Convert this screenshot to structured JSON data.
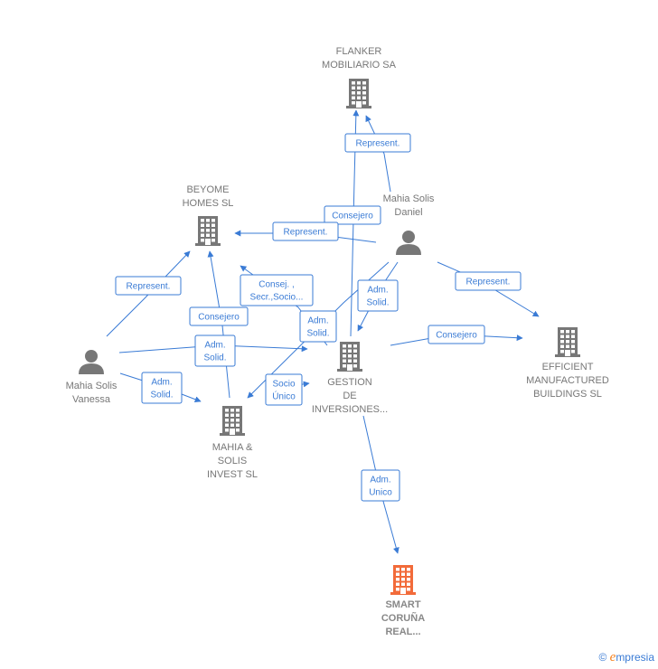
{
  "colors": {
    "edge": "#3a7bd5",
    "node": "#777777",
    "highlight": "#f26b3a",
    "brand_orange": "#f58220"
  },
  "nodes": [
    {
      "id": "flanker",
      "type": "company",
      "lines": [
        "FLANKER",
        "MOBILIARIO SA"
      ]
    },
    {
      "id": "beyome",
      "type": "company",
      "lines": [
        "BEYOME",
        "HOMES  SL"
      ]
    },
    {
      "id": "daniel",
      "type": "person",
      "lines": [
        "Mahia Solis",
        "Daniel"
      ]
    },
    {
      "id": "vanessa",
      "type": "person",
      "lines": [
        "Mahia Solis",
        "Vanessa"
      ]
    },
    {
      "id": "gestion",
      "type": "company",
      "lines": [
        "GESTION",
        "DE",
        "INVERSIONES..."
      ]
    },
    {
      "id": "efficient",
      "type": "company",
      "lines": [
        "EFFICIENT",
        "MANUFACTURED",
        "BUILDINGS  SL"
      ]
    },
    {
      "id": "mahia_invest",
      "type": "company",
      "lines": [
        "MAHIA &",
        "SOLIS",
        "INVEST  SL"
      ]
    },
    {
      "id": "smart",
      "type": "company",
      "highlight": true,
      "lines": [
        "SMART",
        "CORUÑA",
        "REAL..."
      ]
    }
  ],
  "edges": [
    {
      "id": "e1",
      "lines": [
        "Represent."
      ]
    },
    {
      "id": "e2",
      "lines": [
        "Consejero"
      ]
    },
    {
      "id": "e3",
      "lines": [
        "Represent."
      ]
    },
    {
      "id": "e4",
      "lines": [
        "Represent."
      ]
    },
    {
      "id": "e5",
      "lines": [
        "Consej. ,",
        "Secr.,Socio..."
      ]
    },
    {
      "id": "e6",
      "lines": [
        "Consejero"
      ]
    },
    {
      "id": "e7",
      "lines": [
        "Adm.",
        "Solid."
      ]
    },
    {
      "id": "e8",
      "lines": [
        "Adm.",
        "Solid."
      ]
    },
    {
      "id": "e9",
      "lines": [
        "Adm.",
        "Solid."
      ]
    },
    {
      "id": "e10",
      "lines": [
        "Adm.",
        "Solid."
      ]
    },
    {
      "id": "e11",
      "lines": [
        "Represent."
      ]
    },
    {
      "id": "e12",
      "lines": [
        "Consejero"
      ]
    },
    {
      "id": "e13",
      "lines": [
        "Socio",
        "Único"
      ]
    },
    {
      "id": "e14",
      "lines": [
        "Adm.",
        "Unico"
      ]
    }
  ],
  "footer": {
    "copyright": "©",
    "brand_first": "e",
    "brand_rest": "mpresia"
  }
}
